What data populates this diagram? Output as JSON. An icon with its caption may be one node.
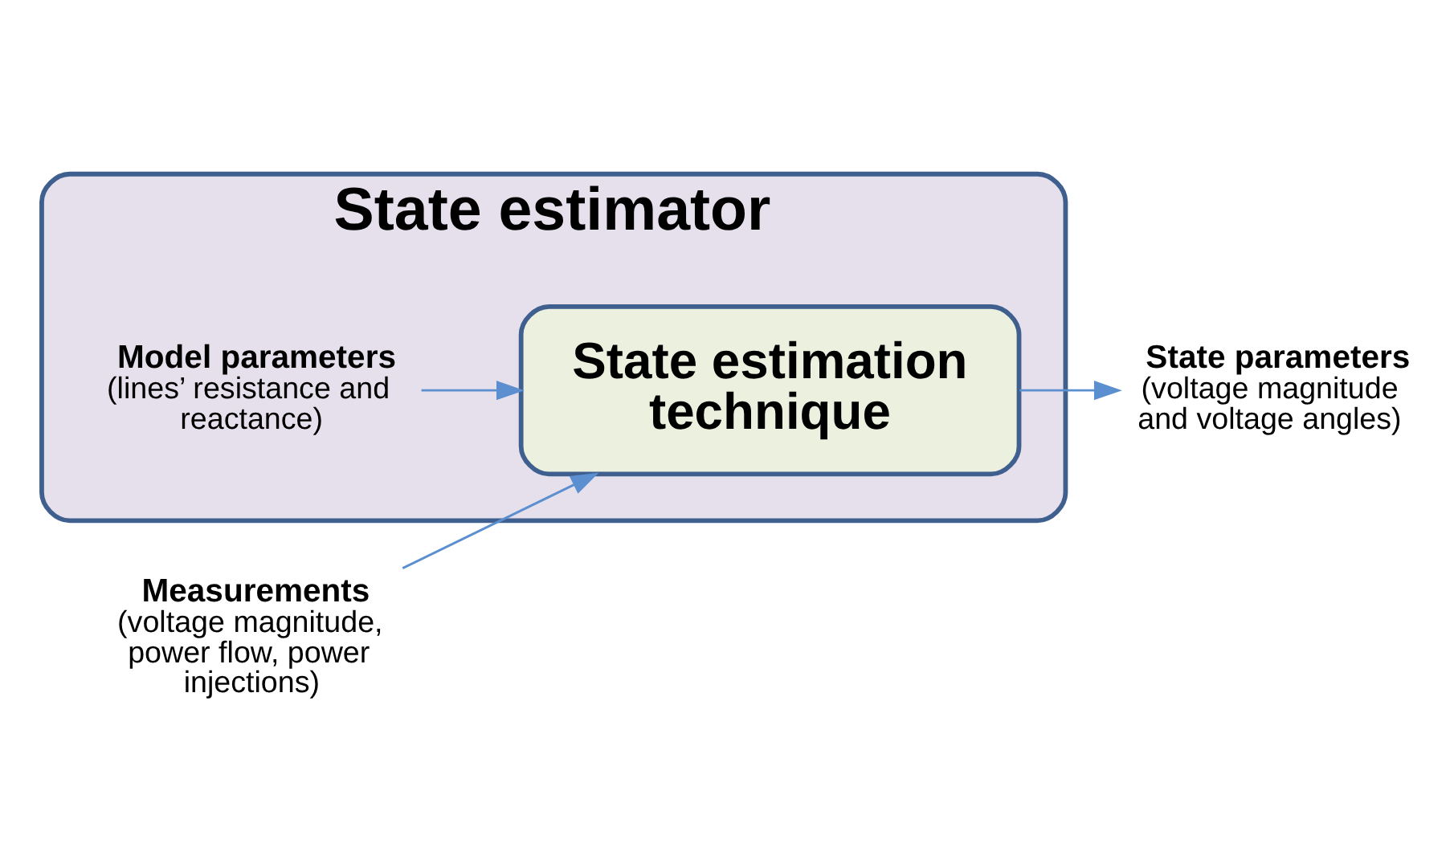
{
  "diagram": {
    "nodes": [
      {
        "text": [
          "State estimator"
        ]
      },
      {
        "text": [
          "Model parameters",
          "(lines’ resistance and reactance)"
        ],
        "in": 0
      },
      {
        "text": [
          "State estimation technique"
        ],
        "in": 0
      },
      {
        "text": [
          "Measurements",
          "(voltage magnitude, power flow, power injections)"
        ]
      },
      {
        "text": [
          "State parameters",
          "(voltage magnitude and voltage angles)"
        ]
      }
    ],
    "edges": [
      {
        "from": 1,
        "to": 2,
        "arrow": "to"
      },
      {
        "from": 3,
        "to": 2,
        "arrow": "to"
      },
      {
        "from": 2,
        "to": 4,
        "arrow": "to"
      }
    ]
  }
}
